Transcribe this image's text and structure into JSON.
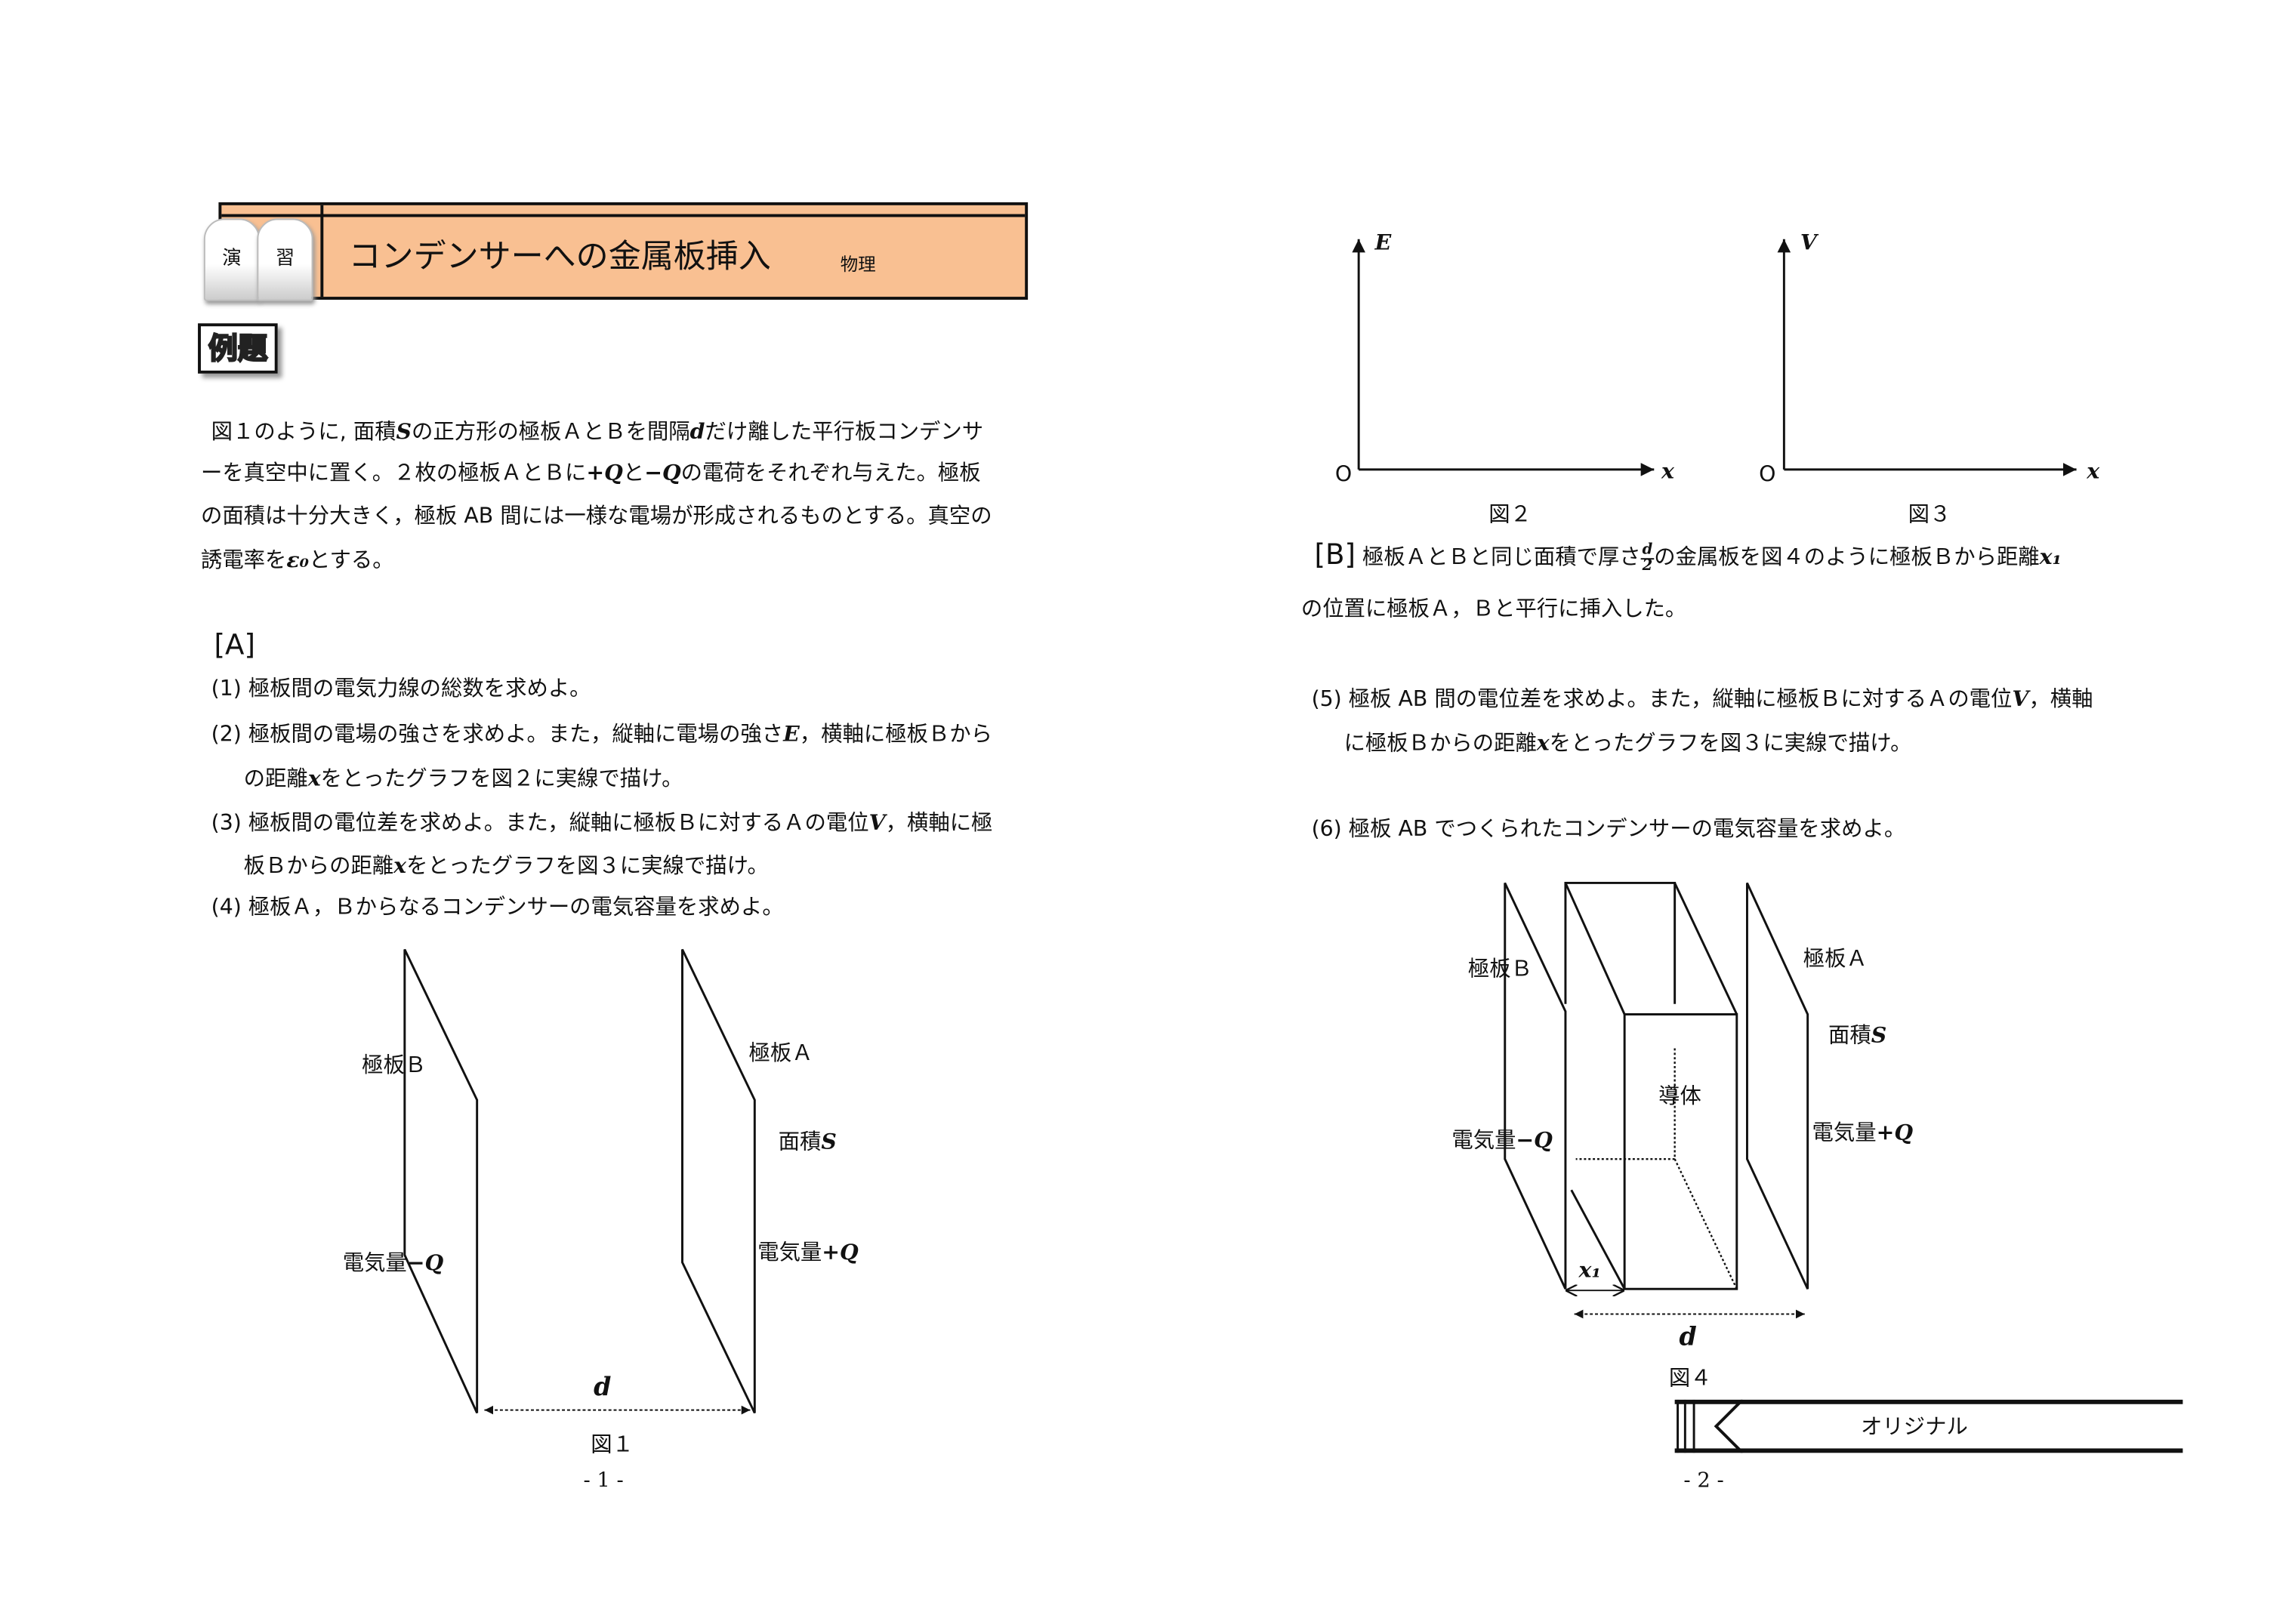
{
  "header": {
    "badge_left": "演",
    "badge_right": "習",
    "title": "コンデンサーへの金属板挿入",
    "subject": "物理"
  },
  "example_label": "例題",
  "intro": {
    "l1a": "図１のように, 面積",
    "S": "S",
    "l1b": "の正方形の極板ＡとＢを間隔",
    "d": "d",
    "l1c": "だけ離した平行板コンデンサ",
    "l2a": "ーを真空中に置く。２枚の極板ＡとＢに",
    "plusQ": "+Q",
    "l2b": "と",
    "minusQ": "−Q",
    "l2c": "の電荷をそれぞれ与えた。極板",
    "l3": "の面積は十分大きく，極板 AB 間には一様な電場が形成されるものとする。真空の",
    "l4a": "誘電率を",
    "eps": "ε₀",
    "l4b": "とする。"
  },
  "partA": {
    "label": "[A]",
    "q1": "(1) 極板間の電気力線の総数を求めよ。",
    "q2a": "(2) 極板間の電場の強さを求めよ。また，縦軸に電場の強さ",
    "E": "E",
    "q2b": "，横軸に極板Ｂから",
    "q2c": "の距離",
    "x": "x",
    "q2d": "をとったグラフを図２に実線で描け。",
    "q3a": "(3) 極板間の電位差を求めよ。また，縦軸に極板Ｂに対するＡの電位",
    "V": "V",
    "q3b": "，横軸に極",
    "q3c": "板Ｂからの距離",
    "q3d": "をとったグラフを図３に実線で描け。",
    "q4": "(4) 極板Ａ，Ｂからなるコンデンサーの電気容量を求めよ。"
  },
  "fig1": {
    "plateB": "極板Ｂ",
    "plateA": "極板Ａ",
    "area": "面積",
    "S": "S",
    "chargeNeg": "電気量",
    "negQ": "−Q",
    "chargePos": "電気量",
    "posQ": "+Q",
    "d": "d",
    "caption": "図１"
  },
  "page1": "- 1 -",
  "fig2": {
    "ylabel": "E",
    "origin": "O",
    "xlabel": "x",
    "caption": "図２"
  },
  "fig3": {
    "ylabel": "V",
    "origin": "O",
    "xlabel": "x",
    "caption": "図３"
  },
  "partB": {
    "label": "[B]",
    "l1a": "極板ＡとＢと同じ面積で厚さ",
    "frac_num": "d",
    "frac_den": "2",
    "l1b": "の金属板を図４のように極板Ｂから距離",
    "x1": "x₁",
    "l2": "の位置に極板Ａ，Ｂと平行に挿入した。",
    "q5a": "(5) 極板 AB 間の電位差を求めよ。また，縦軸に極板Ｂに対するＡの電位",
    "V": "V",
    "q5b": "，横軸",
    "q5c": "に極板Ｂからの距離",
    "x": "x",
    "q5d": "をとったグラフを図３に実線で描け。",
    "q6": "(6) 極板 AB でつくられたコンデンサーの電気容量を求めよ。"
  },
  "fig4": {
    "plateB": "極板Ｂ",
    "plateA": "極板Ａ",
    "area": "面積",
    "S": "S",
    "conductor": "導体",
    "chargeNeg": "電気量",
    "negQ": "−Q",
    "chargePos": "電気量",
    "posQ": "+Q",
    "x1": "x₁",
    "d": "d",
    "caption": "図４"
  },
  "banner": "オリジナル",
  "page2": "- 2 -"
}
